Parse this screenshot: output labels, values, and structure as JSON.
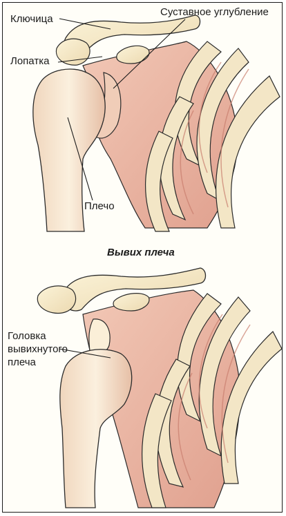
{
  "top_figure": {
    "labels": {
      "clavicle": "Ключица",
      "glenoid": "Суставное углубление",
      "scapula": "Лопатка",
      "humerus": "Плечо"
    }
  },
  "caption": "Вывих плеча",
  "bottom_figure": {
    "labels": {
      "head_line1": "Головка",
      "head_line2": "вывихнутого",
      "head_line3": "плеча"
    }
  },
  "colors": {
    "bone": "#f4e9c6",
    "bone_shade": "#e9c9a6",
    "muscle": "#e9b3a2",
    "muscle_dark": "#d88f7e",
    "outline": "#2a2a2a"
  }
}
